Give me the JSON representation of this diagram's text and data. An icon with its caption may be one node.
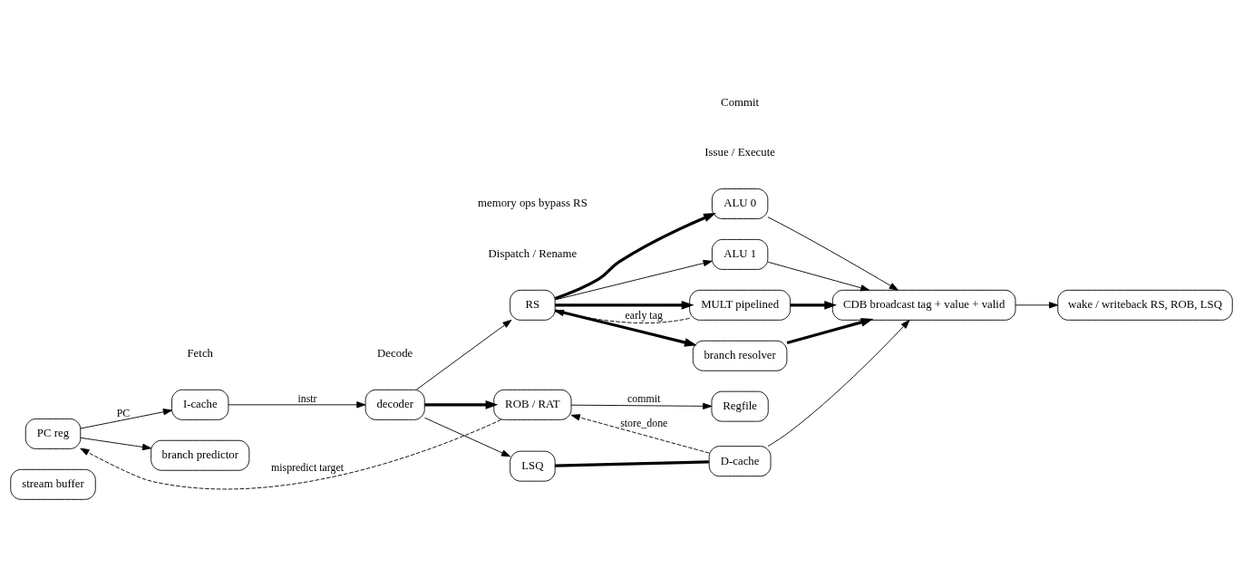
{
  "diagram": {
    "nodes": [
      {
        "text": [
          "stream buffer"
        ]
      },
      {
        "text": [
          "I-cache"
        ]
      },
      {
        "text": [
          "PC reg"
        ]
      },
      {
        "text": [
          "branch predictor"
        ]
      },
      {
        "text": [
          "decoder"
        ]
      },
      {
        "text": [
          "RS"
        ]
      },
      {
        "text": [
          "ROB / RAT"
        ]
      },
      {
        "text": [
          "LSQ"
        ]
      },
      {
        "text": [
          "ALU 0"
        ]
      },
      {
        "text": [
          "ALU 1"
        ]
      },
      {
        "text": [
          "MULT pipelined"
        ]
      },
      {
        "text": [
          "branch resolver"
        ]
      },
      {
        "text": [
          "D-cache"
        ]
      },
      {
        "text": [
          "Regfile"
        ]
      },
      {
        "text": [
          "wake / writeback RS, ROB, LSQ"
        ]
      },
      {
        "text": [
          "CDB broadcast tag + value + valid"
        ]
      }
    ],
    "edges": [
      {
        "from": 1,
        "to": 4,
        "arrow": "to",
        "label": "instr"
      },
      {
        "from": 2,
        "to": 1,
        "arrow": "to",
        "label": "PC"
      },
      {
        "from": 2,
        "to": 3,
        "arrow": "to"
      },
      {
        "from": 4,
        "to": 5,
        "arrow": "to"
      },
      {
        "from": 4,
        "to": 6,
        "arrow": "to",
        "style": "thick"
      },
      {
        "from": 4,
        "to": 7,
        "arrow": "to"
      },
      {
        "from": 5,
        "to": 8,
        "arrow": "to",
        "style": "thick"
      },
      {
        "from": 5,
        "to": 9,
        "arrow": "to"
      },
      {
        "from": 5,
        "to": 10,
        "arrow": "to",
        "style": "thick"
      },
      {
        "from": 5,
        "to": 11,
        "arrow": "to",
        "style": "thick"
      },
      {
        "from": 10,
        "to": 5,
        "arrow": "to",
        "style": "dashed",
        "label": "early tag"
      },
      {
        "from": 6,
        "to": 13,
        "arrow": "to",
        "label": "commit"
      },
      {
        "from": 6,
        "to": 2,
        "arrow": "to",
        "style": "dashed",
        "label": "mispredict target"
      },
      {
        "from": 7,
        "to": 12,
        "arrow": "none",
        "style": "thick"
      },
      {
        "from": 12,
        "to": 6,
        "arrow": "to",
        "style": "dashed",
        "label": "store_done"
      },
      {
        "from": 8,
        "to": 15,
        "arrow": "to"
      },
      {
        "from": 9,
        "to": 15,
        "arrow": "to"
      },
      {
        "from": 10,
        "to": 15,
        "arrow": "to",
        "style": "thick"
      },
      {
        "from": 11,
        "to": 15,
        "arrow": "to",
        "style": "thick"
      },
      {
        "from": 12,
        "to": 15,
        "arrow": "to"
      },
      {
        "from": 15,
        "to": 14,
        "arrow": "to"
      }
    ],
    "labels": [
      "Fetch",
      "Decode",
      "Dispatch / Rename",
      "Issue / Execute",
      "Commit",
      "memory ops bypass RS"
    ]
  }
}
